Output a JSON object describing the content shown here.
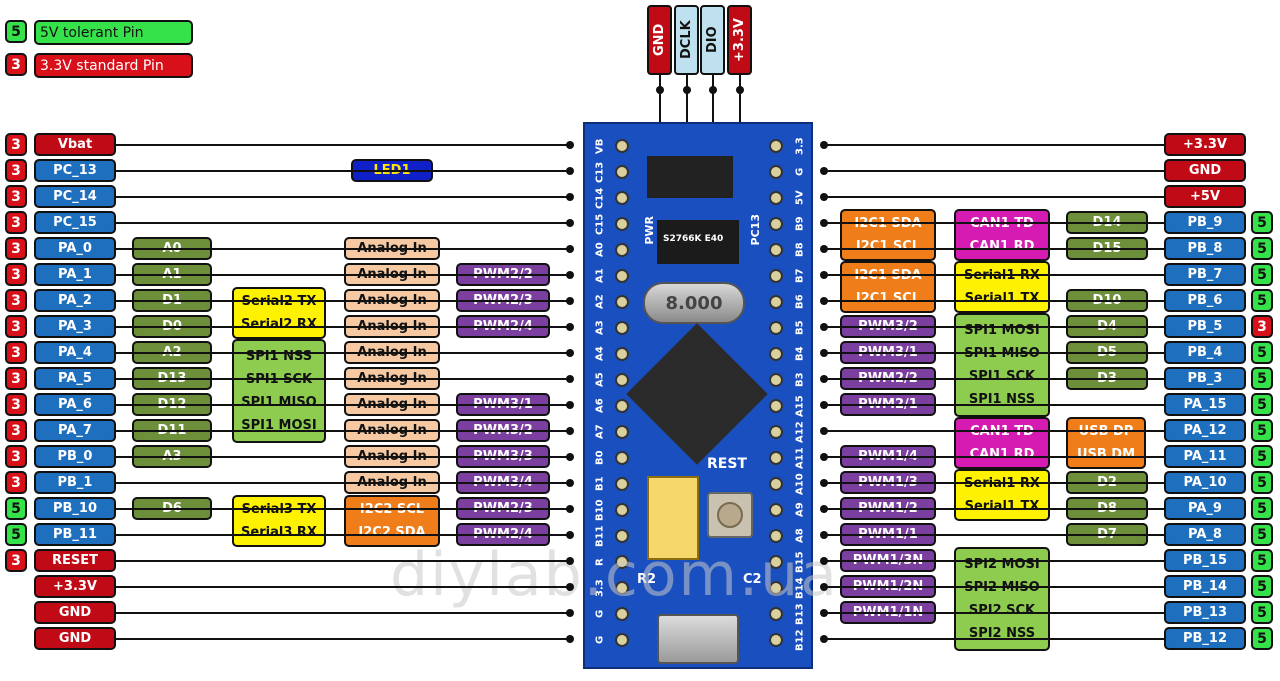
{
  "legend": [
    {
      "num": "5",
      "text": "5V tolerant Pin",
      "kind": "g"
    },
    {
      "num": "3",
      "text": "3.3V standard Pin",
      "kind": "r"
    }
  ],
  "swd_header": [
    "GND",
    "DCLK",
    "DIO",
    "+3.3V"
  ],
  "left_pins": [
    {
      "num": "3",
      "kind": "r",
      "name": "Vbat",
      "color": "red"
    },
    {
      "num": "3",
      "kind": "r",
      "name": "PC_13",
      "color": "blue"
    },
    {
      "num": "3",
      "kind": "r",
      "name": "PC_14",
      "color": "blue"
    },
    {
      "num": "3",
      "kind": "r",
      "name": "PC_15",
      "color": "blue"
    },
    {
      "num": "3",
      "kind": "r",
      "name": "PA_0",
      "color": "blue"
    },
    {
      "num": "3",
      "kind": "r",
      "name": "PA_1",
      "color": "blue"
    },
    {
      "num": "3",
      "kind": "r",
      "name": "PA_2",
      "color": "blue"
    },
    {
      "num": "3",
      "kind": "r",
      "name": "PA_3",
      "color": "blue"
    },
    {
      "num": "3",
      "kind": "r",
      "name": "PA_4",
      "color": "blue"
    },
    {
      "num": "3",
      "kind": "r",
      "name": "PA_5",
      "color": "blue"
    },
    {
      "num": "3",
      "kind": "r",
      "name": "PA_6",
      "color": "blue"
    },
    {
      "num": "3",
      "kind": "r",
      "name": "PA_7",
      "color": "blue"
    },
    {
      "num": "3",
      "kind": "r",
      "name": "PB_0",
      "color": "blue"
    },
    {
      "num": "3",
      "kind": "r",
      "name": "PB_1",
      "color": "blue"
    },
    {
      "num": "5",
      "kind": "g",
      "name": "PB_10",
      "color": "blue"
    },
    {
      "num": "5",
      "kind": "g",
      "name": "PB_11",
      "color": "blue"
    },
    {
      "num": "3",
      "kind": "r",
      "name": "RESET",
      "color": "red"
    },
    {
      "num": "",
      "kind": "",
      "name": "+3.3V",
      "color": "red"
    },
    {
      "num": "",
      "kind": "",
      "name": "GND",
      "color": "red"
    },
    {
      "num": "",
      "kind": "",
      "name": "GND",
      "color": "red"
    }
  ],
  "right_pins": [
    {
      "num": "",
      "kind": "",
      "name": "+3.3V",
      "color": "red"
    },
    {
      "num": "",
      "kind": "",
      "name": "GND",
      "color": "red"
    },
    {
      "num": "",
      "kind": "",
      "name": "+5V",
      "color": "red"
    },
    {
      "num": "5",
      "kind": "g",
      "name": "PB_9",
      "color": "blue"
    },
    {
      "num": "5",
      "kind": "g",
      "name": "PB_8",
      "color": "blue"
    },
    {
      "num": "5",
      "kind": "g",
      "name": "PB_7",
      "color": "blue"
    },
    {
      "num": "5",
      "kind": "g",
      "name": "PB_6",
      "color": "blue"
    },
    {
      "num": "3",
      "kind": "r",
      "name": "PB_5",
      "color": "blue"
    },
    {
      "num": "5",
      "kind": "g",
      "name": "PB_4",
      "color": "blue"
    },
    {
      "num": "5",
      "kind": "g",
      "name": "PB_3",
      "color": "blue"
    },
    {
      "num": "5",
      "kind": "g",
      "name": "PA_15",
      "color": "blue"
    },
    {
      "num": "5",
      "kind": "g",
      "name": "PA_12",
      "color": "blue"
    },
    {
      "num": "5",
      "kind": "g",
      "name": "PA_11",
      "color": "blue"
    },
    {
      "num": "5",
      "kind": "g",
      "name": "PA_10",
      "color": "blue"
    },
    {
      "num": "5",
      "kind": "g",
      "name": "PA_9",
      "color": "blue"
    },
    {
      "num": "5",
      "kind": "g",
      "name": "PA_8",
      "color": "blue"
    },
    {
      "num": "5",
      "kind": "g",
      "name": "PB_15",
      "color": "blue"
    },
    {
      "num": "5",
      "kind": "g",
      "name": "PB_14",
      "color": "blue"
    },
    {
      "num": "5",
      "kind": "g",
      "name": "PB_13",
      "color": "blue"
    },
    {
      "num": "5",
      "kind": "g",
      "name": "PB_12",
      "color": "blue"
    }
  ],
  "left_labels": {
    "led": "LED1",
    "arduino": [
      "A0",
      "A1",
      "D1",
      "D0",
      "A2",
      "D13",
      "D12",
      "D11",
      "A3"
    ],
    "d6": "D6",
    "analog_in": "Analog In",
    "serial2": [
      "Serial2 TX",
      "Serial2 RX"
    ],
    "spi1": [
      "SPI1 NSS",
      "SPI1 SCK",
      "SPI1 MISO",
      "SPI1 MOSI"
    ],
    "serial3": [
      "Serial3 TX",
      "Serial3 RX"
    ],
    "i2c2": [
      "I2C2 SCL",
      "I2C2 SDA"
    ],
    "pwm": [
      "PWM2/2",
      "PWM2/3",
      "PWM2/4",
      "PWM3/1",
      "PWM3/2",
      "PWM3/3",
      "PWM3/4",
      "PWM2/3",
      "PWM2/4"
    ]
  },
  "right_labels": {
    "i2c1_a": [
      "I2C1 SDA",
      "I2C1 SCL"
    ],
    "i2c1_b": [
      "I2C1 SDA",
      "I2C1 SCL"
    ],
    "can1_a": [
      "CAN1 TD",
      "CAN1 RD"
    ],
    "serial1_a": [
      "Serial1 RX",
      "Serial1 TX"
    ],
    "spi1": [
      "SPI1 MOSI",
      "SPI1 MISO",
      "SPI1 SCK",
      "SPI1 NSS"
    ],
    "can1_b": [
      "CAN1 TD",
      "CAN1 RD"
    ],
    "usb": [
      "USB DP",
      "USB DM"
    ],
    "serial1_b": [
      "Serial1 RX",
      "Serial1 TX"
    ],
    "spi2": [
      "SPI2 MOSI",
      "SPI2 MISO",
      "SPI2 SCK",
      "SPI2 NSS"
    ],
    "arduino": [
      "D14",
      "D15",
      "D10",
      "D4",
      "D5",
      "D3",
      "D2",
      "D8",
      "D7"
    ],
    "pwm_top": [
      "PWM3/2",
      "PWM3/1",
      "PWM2/2",
      "PWM2/1"
    ],
    "pwm_bottom": [
      "PWM1/4",
      "PWM1/3",
      "PWM1/2",
      "PWM1/1",
      "PWM1/3N",
      "PWM1/2N",
      "PWM1/1N"
    ]
  },
  "board": {
    "left_silk": [
      "VB",
      "C13",
      "C14",
      "C15",
      "A0",
      "A1",
      "A2",
      "A3",
      "A4",
      "A5",
      "A6",
      "A7",
      "B0",
      "B1",
      "B10",
      "B11",
      "R",
      "3.3",
      "G",
      "G"
    ],
    "right_silk": [
      "3.3",
      "G",
      "5V",
      "B9",
      "B8",
      "B7",
      "B6",
      "B5",
      "B4",
      "B3",
      "A15",
      "A12",
      "A11",
      "A10",
      "A9",
      "A8",
      "B15",
      "B14",
      "B13",
      "B12"
    ],
    "crystal": "8.000",
    "rest_label": "REST",
    "r2": "R2",
    "c2": "C2",
    "pwr": "PWR",
    "pc13": "PC13",
    "reg_text": "S2766K E40"
  },
  "watermark": "diylab.com.ua"
}
